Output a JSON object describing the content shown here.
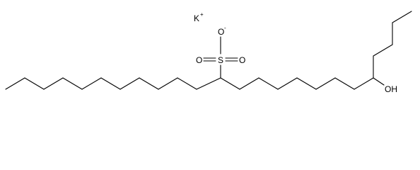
{
  "structure": {
    "counter_ion": {
      "symbol": "K",
      "charge": "+"
    },
    "sulfonate": {
      "sulfur": "S",
      "oxygens": [
        "O",
        "O",
        "O"
      ],
      "anion_charge": "-"
    },
    "hydroxyl": "OH"
  }
}
